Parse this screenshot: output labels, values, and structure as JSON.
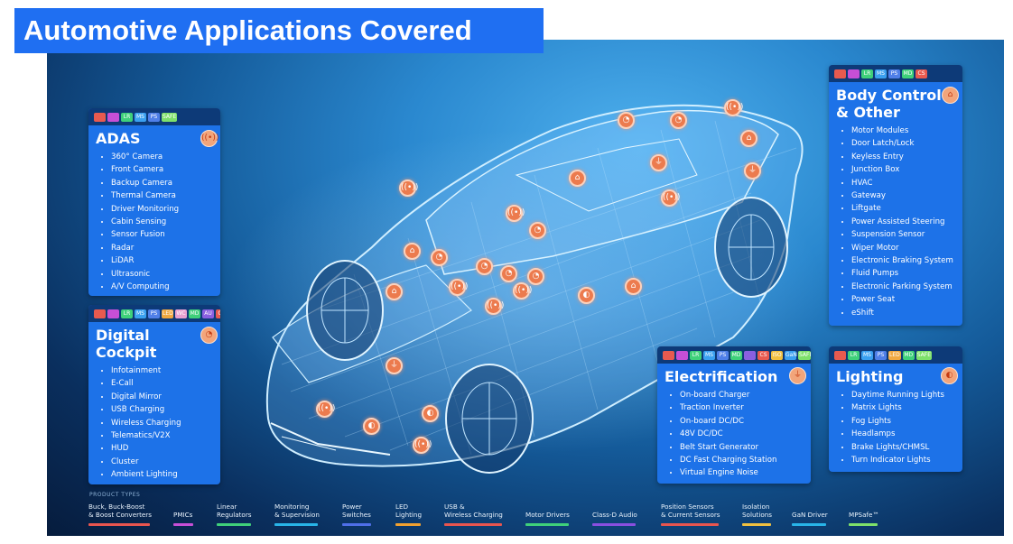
{
  "title": "Automotive Applications Covered",
  "panels": {
    "adas": {
      "title": "ADAS",
      "chips": [
        {
          "c": "#e85a4f",
          "t": ""
        },
        {
          "c": "#c64fd6",
          "t": ""
        },
        {
          "c": "#3fd07a",
          "t": "LR"
        },
        {
          "c": "#3aa0f0",
          "t": "MS"
        },
        {
          "c": "#4f7fe8",
          "t": "PS"
        },
        {
          "c": "#7ee06a",
          "t": "SAFE"
        }
      ],
      "icon": "radar-waves-icon",
      "items": [
        "360° Camera",
        "Front Camera",
        "Backup Camera",
        "Thermal Camera",
        "Driver Monitoring",
        "Cabin Sensing",
        "Sensor Fusion",
        "Radar",
        "LiDAR",
        "Ultrasonic",
        "A/V Computing"
      ]
    },
    "cockpit": {
      "title": "Digital Cockpit",
      "title_l1": "Digital",
      "title_l2": "Cockpit",
      "chips": [
        {
          "c": "#e85a4f",
          "t": ""
        },
        {
          "c": "#c64fd6",
          "t": ""
        },
        {
          "c": "#3fd07a",
          "t": "LR"
        },
        {
          "c": "#3aa0f0",
          "t": "MS"
        },
        {
          "c": "#4f7fe8",
          "t": "PS"
        },
        {
          "c": "#f0a840",
          "t": "LED"
        },
        {
          "c": "#e8a0d0",
          "t": "WC"
        },
        {
          "c": "#3fd07a",
          "t": "MD"
        },
        {
          "c": "#8a5fe0",
          "t": "AU"
        },
        {
          "c": "#e85a4f",
          "t": "CS"
        }
      ],
      "icon": "gauge-icon",
      "items": [
        "Infotainment",
        "E-Call",
        "Digital Mirror",
        "USB Charging",
        "Wireless Charging",
        "Telematics/V2X",
        "HUD",
        "Cluster",
        "Ambient Lighting"
      ]
    },
    "body": {
      "title": "Body Control & Other",
      "title_l1": "Body Control",
      "title_l2": "& Other",
      "chips": [
        {
          "c": "#e85a4f",
          "t": ""
        },
        {
          "c": "#c64fd6",
          "t": ""
        },
        {
          "c": "#3fd07a",
          "t": "LR"
        },
        {
          "c": "#3aa0f0",
          "t": "MS"
        },
        {
          "c": "#4f7fe8",
          "t": "PS"
        },
        {
          "c": "#3fd07a",
          "t": "MD"
        },
        {
          "c": "#e85a4f",
          "t": "CS"
        }
      ],
      "icon": "car-front-icon",
      "items": [
        "Motor Modules",
        "Door Latch/Lock",
        "Keyless Entry",
        "Junction Box",
        "HVAC",
        "Gateway",
        "Liftgate",
        "Power Assisted Steering",
        "Suspension Sensor",
        "Wiper Motor",
        "Electronic Braking System",
        "Fluid Pumps",
        "Electronic Parking System",
        "Power Seat",
        "eShift"
      ]
    },
    "electrification": {
      "title": "Electrification",
      "chips": [
        {
          "c": "#e85a4f",
          "t": ""
        },
        {
          "c": "#c64fd6",
          "t": ""
        },
        {
          "c": "#3fd07a",
          "t": "LR"
        },
        {
          "c": "#3aa0f0",
          "t": "MS"
        },
        {
          "c": "#4f7fe8",
          "t": "PS"
        },
        {
          "c": "#3fd07a",
          "t": "MD"
        },
        {
          "c": "#8a5fe0",
          "t": ""
        },
        {
          "c": "#e85a4f",
          "t": "CS"
        },
        {
          "c": "#f0c040",
          "t": "ISO"
        },
        {
          "c": "#3aa0f0",
          "t": "GaN"
        },
        {
          "c": "#7ee06a",
          "t": "SAFE"
        }
      ],
      "icon": "plug-icon",
      "items": [
        "On-board Charger",
        "Traction Inverter",
        "On-board DC/DC",
        "48V DC/DC",
        "Belt Start Generator",
        "DC Fast Charging Station",
        "Virtual Engine Noise"
      ]
    },
    "lighting": {
      "title": "Lighting",
      "chips": [
        {
          "c": "#e85a4f",
          "t": ""
        },
        {
          "c": "#3fd07a",
          "t": "LR"
        },
        {
          "c": "#3aa0f0",
          "t": "MS"
        },
        {
          "c": "#4f7fe8",
          "t": "PS"
        },
        {
          "c": "#f0a840",
          "t": "LED"
        },
        {
          "c": "#3fd07a",
          "t": "MD"
        },
        {
          "c": "#7ee06a",
          "t": "SAFE"
        }
      ],
      "icon": "headlamp-icon",
      "items": [
        "Daytime Running Lights",
        "Matrix Lights",
        "Fog Lights",
        "Headlamps",
        "Brake Lights/CHMSL",
        "Turn Indicator Lights"
      ]
    }
  },
  "legend": {
    "title": "PRODUCT TYPES",
    "items": [
      {
        "label": "Buck, Buck-Boost\n& Boost Converters",
        "color": "#e8554f"
      },
      {
        "label": "\nPMICs",
        "color": "#c64fd6"
      },
      {
        "label": "Linear\nRegulators",
        "color": "#3fd07a"
      },
      {
        "label": "Monitoring\n& Supervision",
        "color": "#28b4e8"
      },
      {
        "label": "Power\nSwitches",
        "color": "#4f6fe8"
      },
      {
        "label": "LED\nLighting",
        "color": "#f0a030"
      },
      {
        "label": "USB &\nWireless Charging",
        "color": "#e8554f"
      },
      {
        "label": "\nMotor Drivers",
        "color": "#3fd07a"
      },
      {
        "label": "\nClass-D Audio",
        "color": "#8a4fe0"
      },
      {
        "label": "Position Sensors\n& Current Sensors",
        "color": "#e8554f"
      },
      {
        "label": "Isolation\nSolutions",
        "color": "#f0c040"
      },
      {
        "label": "\nGaN Driver",
        "color": "#28b4e8"
      },
      {
        "label": "\nMPSafe™",
        "color": "#7ee06a"
      }
    ]
  },
  "car_icons": [
    "radar-waves-icon",
    "gauge-icon",
    "plug-icon",
    "headlamp-icon",
    "car-front-icon"
  ]
}
